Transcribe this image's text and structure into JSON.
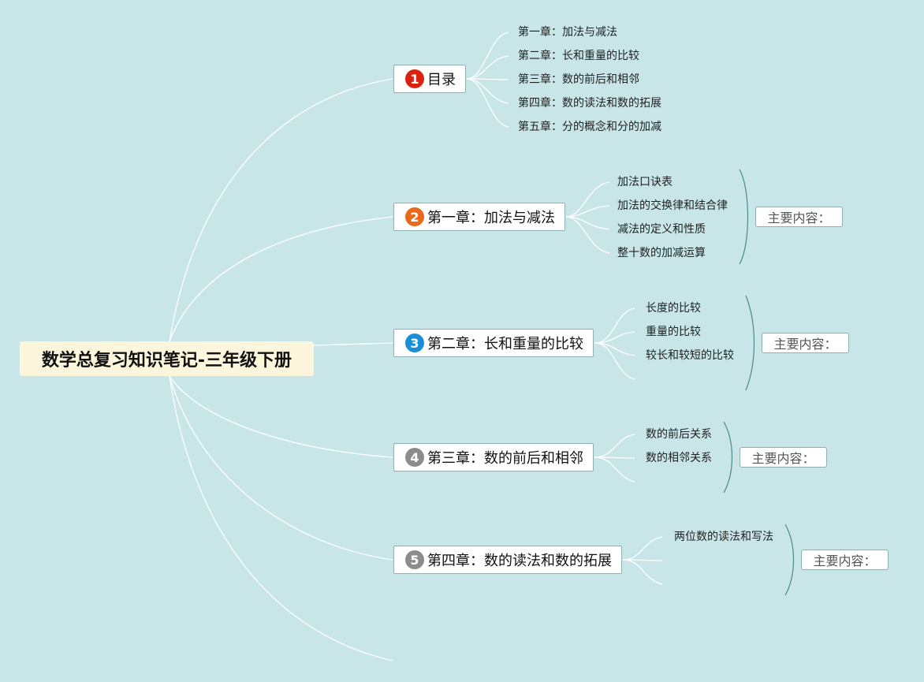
{
  "root": {
    "title": "数学总复习知识笔记-三年级下册"
  },
  "branches": [
    {
      "number": "1",
      "label": "目录",
      "badge_color": "#d9230f",
      "leaves": [
        "第一章：加法与减法",
        "第二章：长和重量的比较",
        "第三章：数的前后和相邻",
        "第四章：数的读法和数的拓展",
        "第五章：分的概念和分的加减"
      ]
    },
    {
      "number": "2",
      "label": "第一章：加法与减法",
      "badge_color": "#e8691b",
      "leaves": [
        "加法口诀表",
        "加法的交换律和结合律",
        "减法的定义和性质",
        "整十数的加减运算"
      ],
      "summary": "主要内容："
    },
    {
      "number": "3",
      "label": "第二章：长和重量的比较",
      "badge_color": "#1a8fd6",
      "leaves": [
        "长度的比较",
        "重量的比较",
        "较长和较短的比较"
      ],
      "summary": "主要内容："
    },
    {
      "number": "4",
      "label": "第三章：数的前后和相邻",
      "badge_color": "#8c8c8c",
      "leaves": [
        "数的前后关系",
        "数的相邻关系"
      ],
      "summary": "主要内容："
    },
    {
      "number": "5",
      "label": "第四章：数的读法和数的拓展",
      "badge_color": "#8c8c8c",
      "leaves": [
        "两位数的读法和写法"
      ],
      "summary": "主要内容："
    }
  ]
}
